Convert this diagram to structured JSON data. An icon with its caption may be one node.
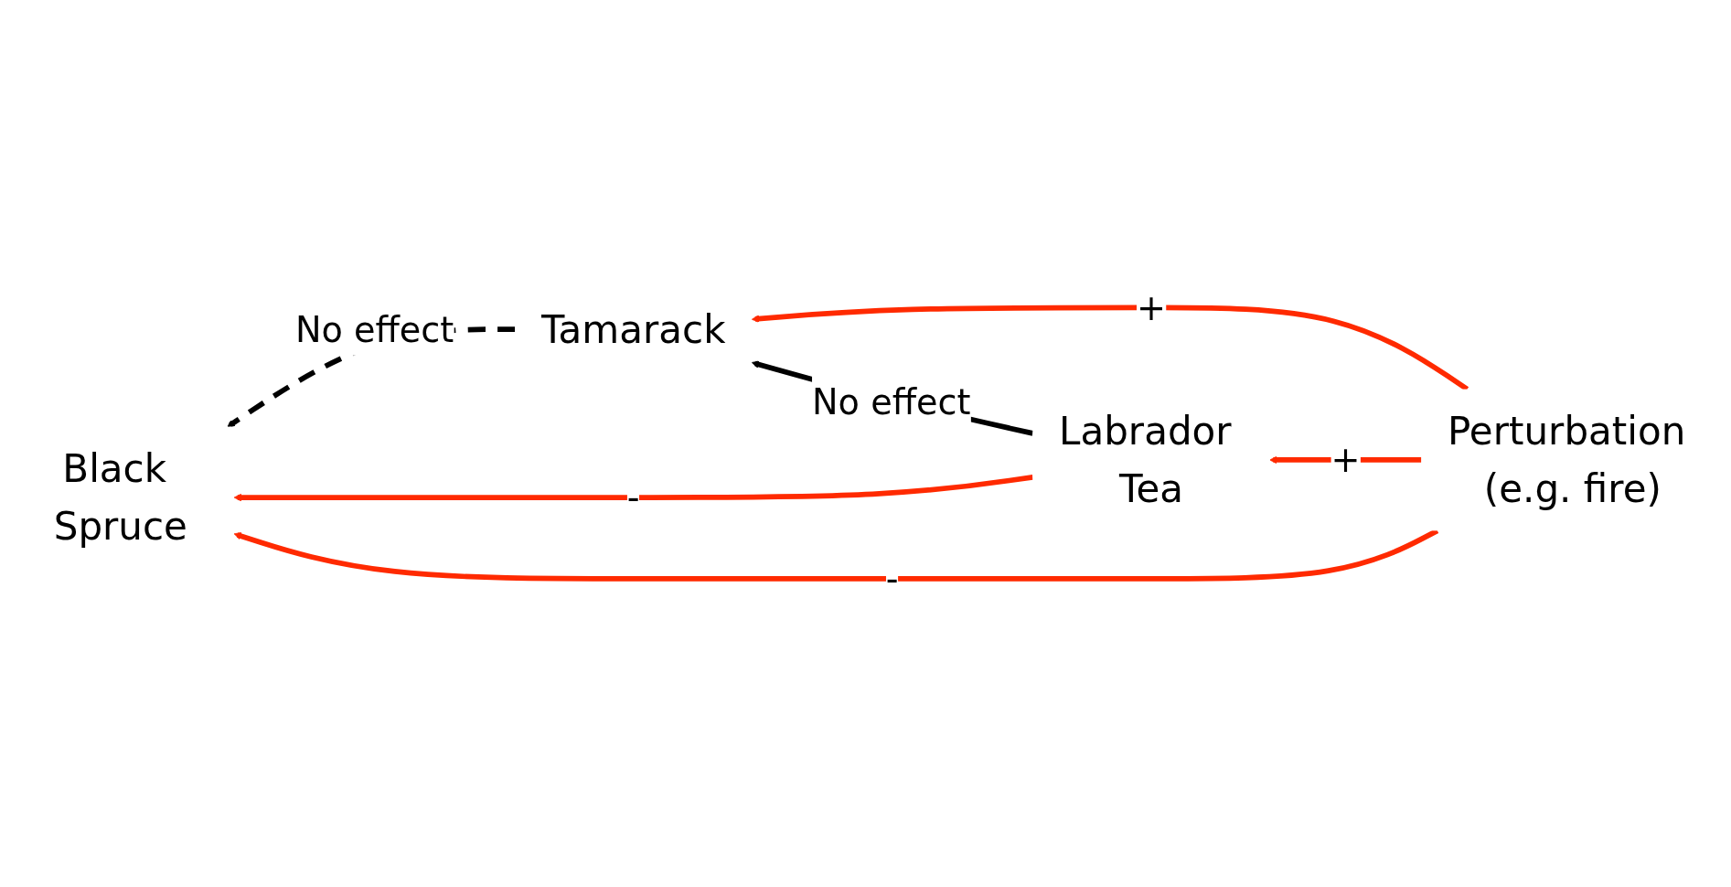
{
  "diagram": {
    "nodes": [
      {
        "text": [
          "Tamarack"
        ]
      },
      {
        "text": [
          "Labrador Tea"
        ]
      },
      {
        "text": [
          "Perturbation (e.g. fire)"
        ]
      },
      {
        "text": [
          "Black Spruce"
        ]
      }
    ],
    "edges": [
      {
        "from": 0,
        "to": 3,
        "arrow": "to",
        "label": "No effect",
        "style": "dashed",
        "color": "#000000"
      },
      {
        "from": 1,
        "to": 0,
        "arrow": "to",
        "label": "No effect",
        "color": "#000000"
      },
      {
        "from": 2,
        "to": 0,
        "arrow": "to",
        "label": "+"
      },
      {
        "from": 2,
        "to": 1,
        "arrow": "to",
        "label": "+"
      },
      {
        "from": 1,
        "to": 3,
        "arrow": "to",
        "label": "-"
      },
      {
        "from": 2,
        "to": 3,
        "arrow": "to",
        "label": "-"
      }
    ]
  }
}
